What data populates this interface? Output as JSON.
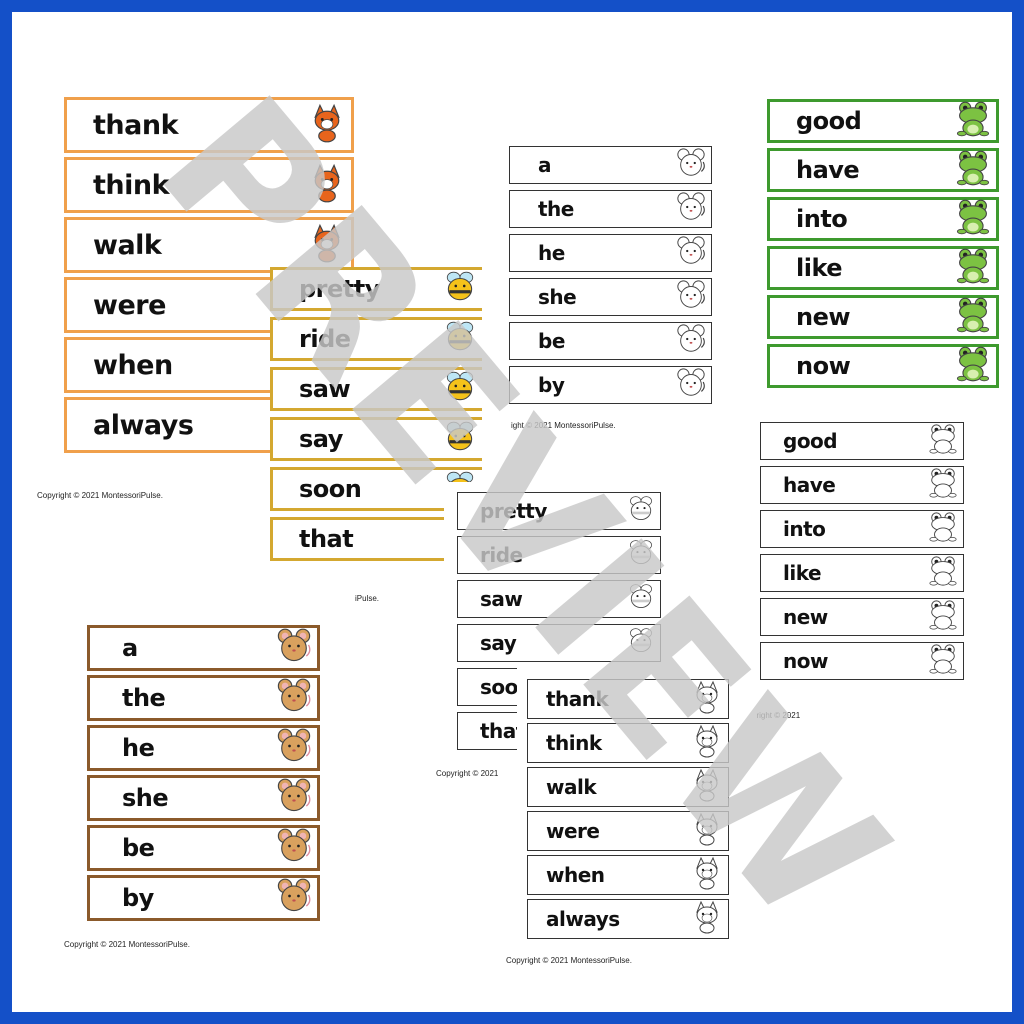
{
  "watermark": "PREVIEW",
  "colors": {
    "frame": "#1450c8",
    "orange": "#f0a04b",
    "gold": "#d4a830",
    "green": "#3e9a2e",
    "brown": "#8b5a2b",
    "bw": "#333333"
  },
  "copyright": {
    "full": "Copyright © 2021 MontessoriPulse.",
    "partial_gold": "iPulse.",
    "partial_mouse_bw": "ight © 2021 MontessoriPulse.",
    "partial_bee_bw": "Copyright © 2021",
    "partial_frog_bw": "pyright © 2021"
  },
  "decks": {
    "orange_fox": [
      "thank",
      "think",
      "walk",
      "were",
      "when",
      "always"
    ],
    "gold_bee": [
      "pretty",
      "ride",
      "saw",
      "say",
      "soon",
      "that"
    ],
    "bw_mouse": [
      "a",
      "the",
      "he",
      "she",
      "be",
      "by"
    ],
    "green_frog": [
      "good",
      "have",
      "into",
      "like",
      "new",
      "now"
    ],
    "bw_frog": [
      "good",
      "have",
      "into",
      "like",
      "new",
      "now"
    ],
    "bw_bee": [
      "pretty",
      "ride",
      "saw",
      "say",
      "soon",
      "that"
    ],
    "brown_mouse": [
      "a",
      "the",
      "he",
      "she",
      "be",
      "by"
    ],
    "bw_fox": [
      "thank",
      "think",
      "walk",
      "were",
      "when",
      "always"
    ]
  },
  "icons": [
    "fox-icon",
    "bee-icon",
    "mouse-icon",
    "frog-icon"
  ]
}
